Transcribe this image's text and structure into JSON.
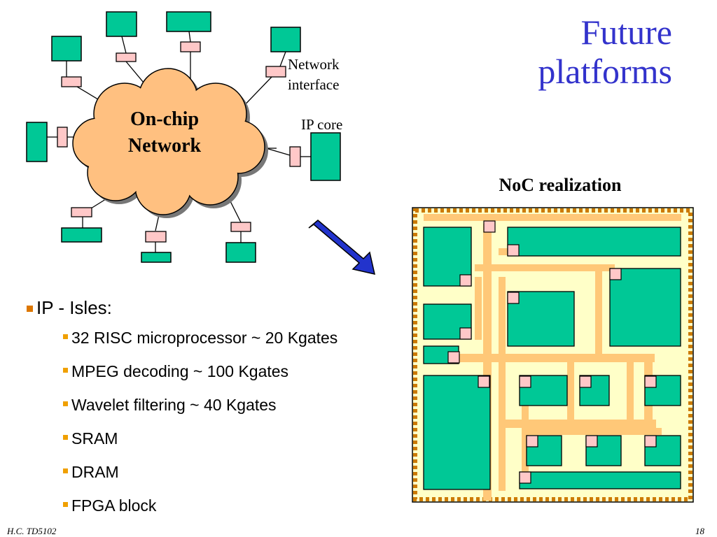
{
  "slide": {
    "title_line1": "Future",
    "title_line2": "platforms",
    "noc_caption": "NoC realization",
    "cloud_line1": "On-chip",
    "cloud_line2": "Network",
    "anno_network": "Network",
    "anno_interface": "interface",
    "anno_ipcore": "IP core",
    "bullet_main": "IP - Isles:",
    "sub_bullets": [
      "32 RISC microprocessor ~ 20 Kgates",
      "MPEG decoding  ~ 100 Kgates",
      "Wavelet filtering  ~ 40 Kgates",
      "SRAM",
      "DRAM",
      "FPGA block"
    ],
    "footer_left": "H.C.   TD5102",
    "footer_right": "18"
  },
  "colors": {
    "title": "#3333cc",
    "ip_core": "#00c896",
    "network_interface": "#ffc8c8",
    "cloud": "#ffc080",
    "chip_background": "#ffffc8",
    "chip_border": "#cc7a00",
    "routing_track": "#ffc878",
    "arrow": "#2233cc"
  },
  "icons": [
    "cloud-shape",
    "arrow-down-right-icon"
  ]
}
